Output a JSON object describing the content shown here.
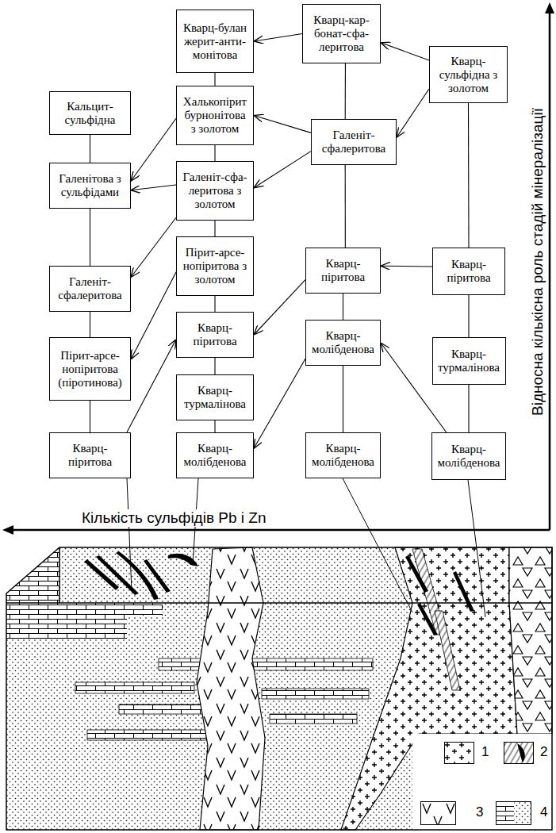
{
  "diagram": {
    "nodes": [
      {
        "text": [
          "Кварц-булан жерит-анти- монітова"
        ]
      },
      {
        "text": [
          "Кварц-кар- бонат-сфа- леритова"
        ]
      },
      {
        "text": [
          "Кварц- сульфідна з золотом"
        ]
      },
      {
        "text": [
          "Кальцит- сульфідна"
        ]
      },
      {
        "text": [
          "Халькопірит бурнонітова з золотом"
        ]
      },
      {
        "text": [
          "Галеніт- сфалеритова"
        ]
      },
      {
        "text": [
          "Галенітова з сульфідами"
        ]
      },
      {
        "text": [
          "Галеніт-сфа- леритова з золотом"
        ]
      },
      {
        "text": [
          "Пірит-арсе- нопіритова з золотом"
        ]
      },
      {
        "text": [
          "Кварц- піритова"
        ]
      },
      {
        "text": [
          "Кварц- піритова"
        ]
      },
      {
        "text": [
          "Галеніт- сфалеритова"
        ]
      },
      {
        "text": [
          "Кварц- піритова"
        ]
      },
      {
        "text": [
          "Кварц- молібденова"
        ]
      },
      {
        "text": [
          "Кварц- турмалінова"
        ]
      },
      {
        "text": [
          "Пірит-арсе- нопіритова (піротинова)"
        ]
      },
      {
        "text": [
          "Кварц- турмалінова"
        ]
      },
      {
        "text": [
          "Кварц- піритова"
        ]
      },
      {
        "text": [
          "Кварц- молібденова"
        ]
      },
      {
        "text": [
          "Кварц- молібденова"
        ]
      },
      {
        "text": [
          "Кварц- молібденова"
        ]
      }
    ],
    "edges": [
      {
        "from": 0,
        "to": 4,
        "arrow": "none"
      },
      {
        "from": 4,
        "to": 7,
        "arrow": "none"
      },
      {
        "from": 7,
        "to": 8,
        "arrow": "none"
      },
      {
        "from": 8,
        "to": 12,
        "arrow": "none"
      },
      {
        "from": 12,
        "to": 16,
        "arrow": "none"
      },
      {
        "from": 16,
        "to": 18,
        "arrow": "none"
      },
      {
        "from": 3,
        "to": 6,
        "arrow": "none"
      },
      {
        "from": 6,
        "to": 11,
        "arrow": "none"
      },
      {
        "from": 11,
        "to": 15,
        "arrow": "none"
      },
      {
        "from": 15,
        "to": 17,
        "arrow": "none"
      },
      {
        "from": 1,
        "to": 5,
        "arrow": "none"
      },
      {
        "from": 5,
        "to": 9,
        "arrow": "none"
      },
      {
        "from": 9,
        "to": 13,
        "arrow": "none"
      },
      {
        "from": 13,
        "to": 19,
        "arrow": "none"
      },
      {
        "from": 2,
        "to": 10,
        "arrow": "none"
      },
      {
        "from": 10,
        "to": 14,
        "arrow": "none"
      },
      {
        "from": 14,
        "to": 20,
        "arrow": "none"
      },
      {
        "from": 1,
        "to": 0,
        "arrow": "to"
      },
      {
        "from": 2,
        "to": 1,
        "arrow": "to"
      },
      {
        "from": 2,
        "to": 5,
        "arrow": "to"
      },
      {
        "from": 5,
        "to": 4,
        "arrow": "to"
      },
      {
        "from": 5,
        "to": 7,
        "arrow": "to"
      },
      {
        "from": 4,
        "to": 6,
        "arrow": "to"
      },
      {
        "from": 7,
        "to": 6,
        "arrow": "to"
      },
      {
        "from": 7,
        "to": 11,
        "arrow": "to"
      },
      {
        "from": 8,
        "to": 15,
        "arrow": "to"
      },
      {
        "from": 17,
        "to": 12,
        "arrow": "to"
      },
      {
        "from": 9,
        "to": 12,
        "arrow": "to"
      },
      {
        "from": 10,
        "to": 9,
        "arrow": "to"
      },
      {
        "from": 13,
        "to": 18,
        "arrow": "to"
      },
      {
        "from": 20,
        "to": 13,
        "arrow": "to"
      }
    ],
    "labels": [
      "Відносна кількісна роль стадій мінералізації",
      "Кількість сульфідів Pb і Zn"
    ],
    "legend": [
      {
        "text": "1"
      },
      {
        "text": "2"
      },
      {
        "text": "3"
      },
      {
        "text": "4"
      }
    ]
  }
}
